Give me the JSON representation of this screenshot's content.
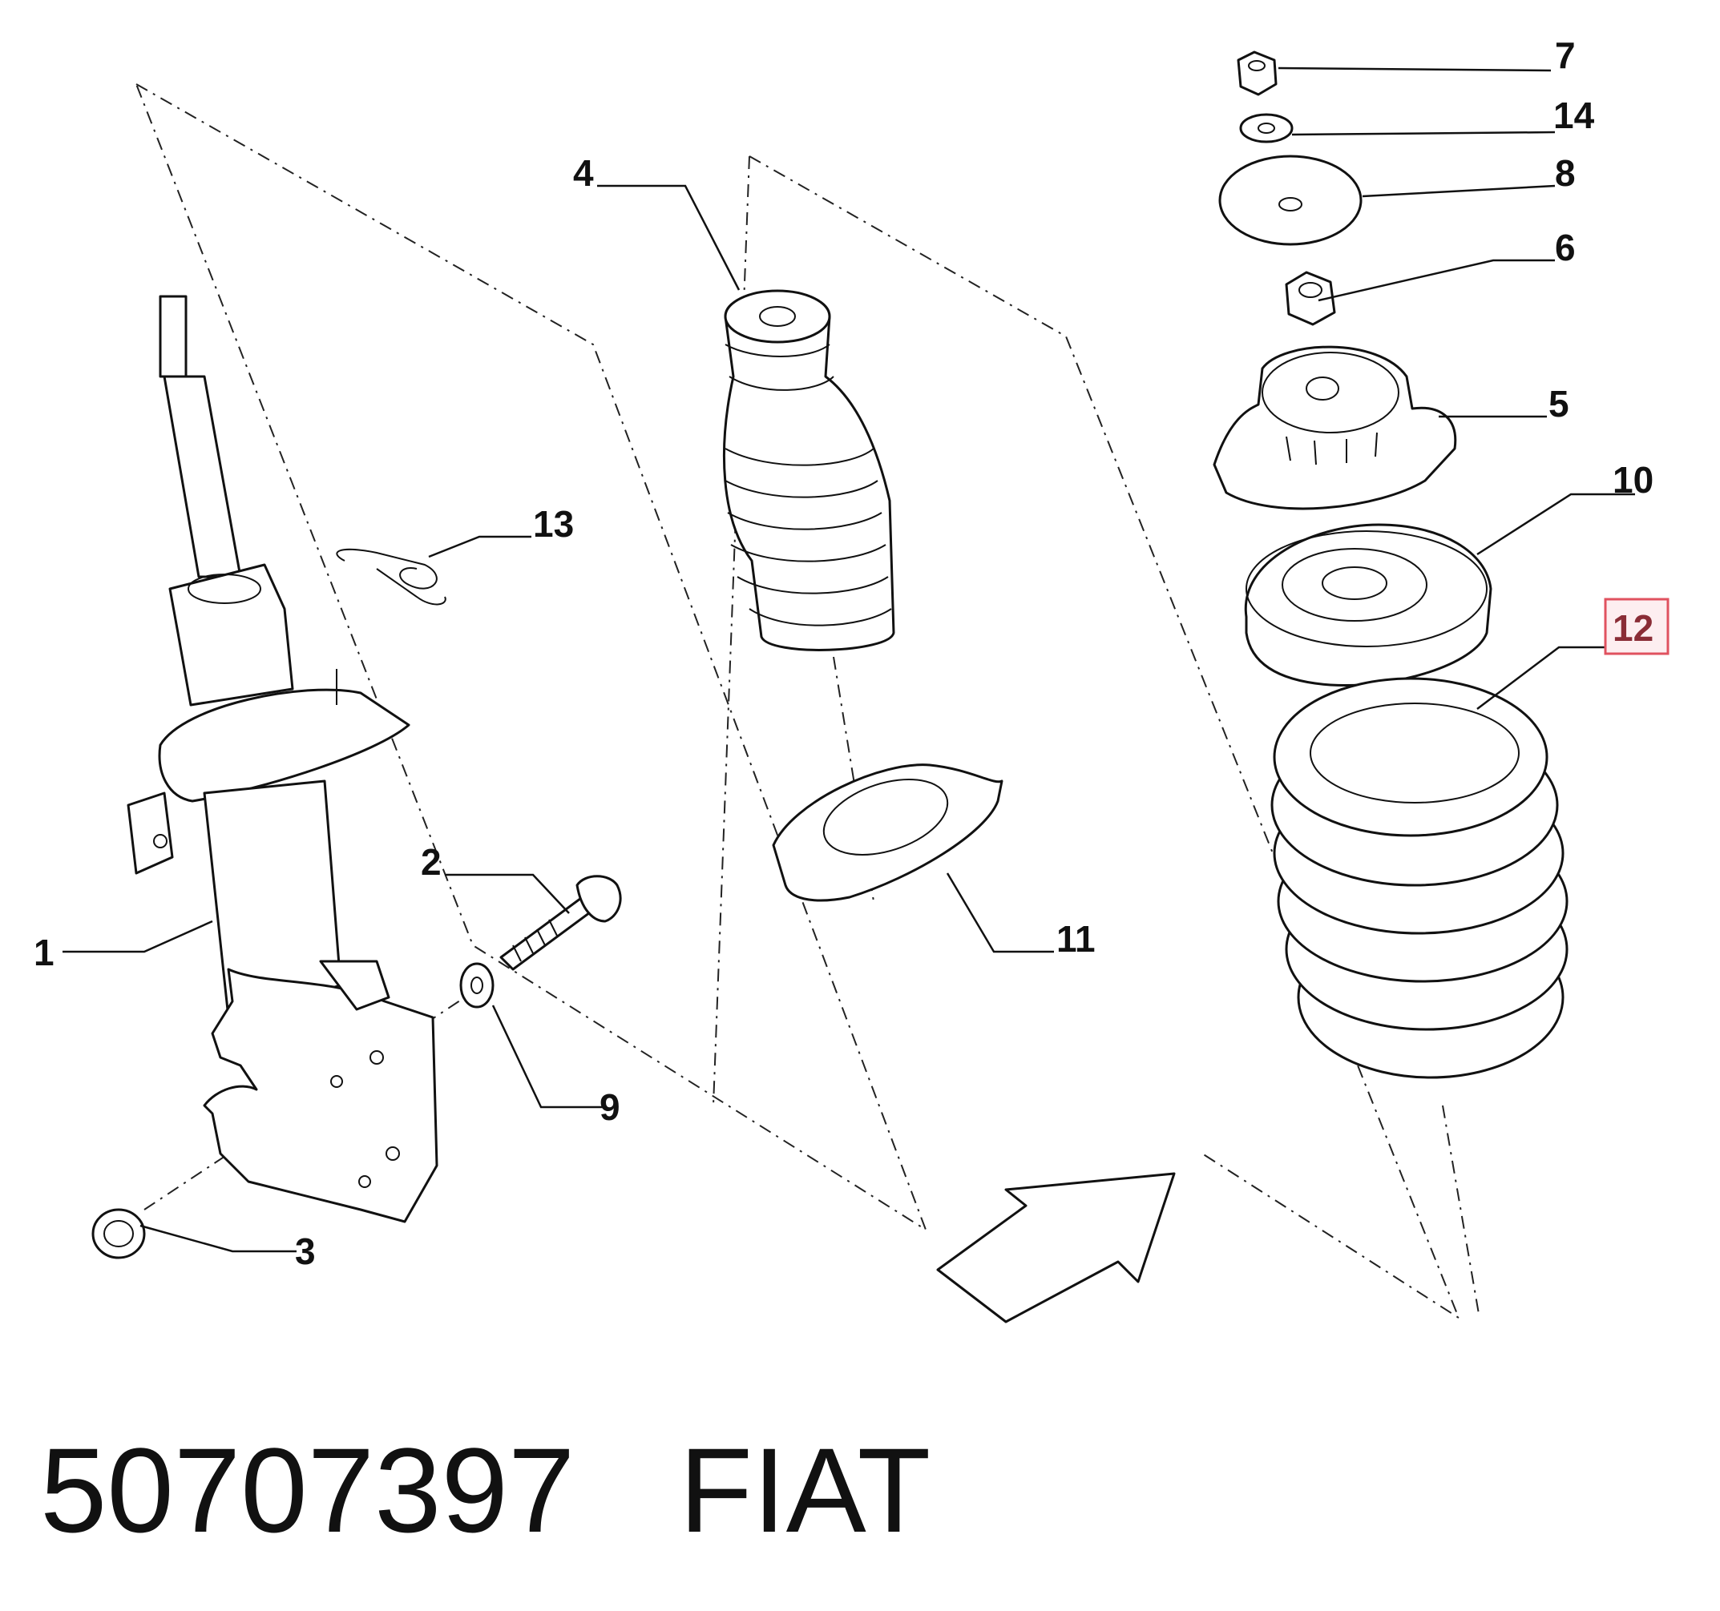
{
  "callouts": {
    "c1": "1",
    "c2": "2",
    "c3": "3",
    "c4": "4",
    "c5": "5",
    "c6": "6",
    "c7": "7",
    "c8": "8",
    "c9": "9",
    "c10": "10",
    "c11": "11",
    "c12": "12",
    "c13": "13",
    "c14": "14"
  },
  "highlight": {
    "callout": "12",
    "color": "#e0525f"
  },
  "caption": {
    "part_number": "50707397",
    "brand": "FIAT"
  }
}
